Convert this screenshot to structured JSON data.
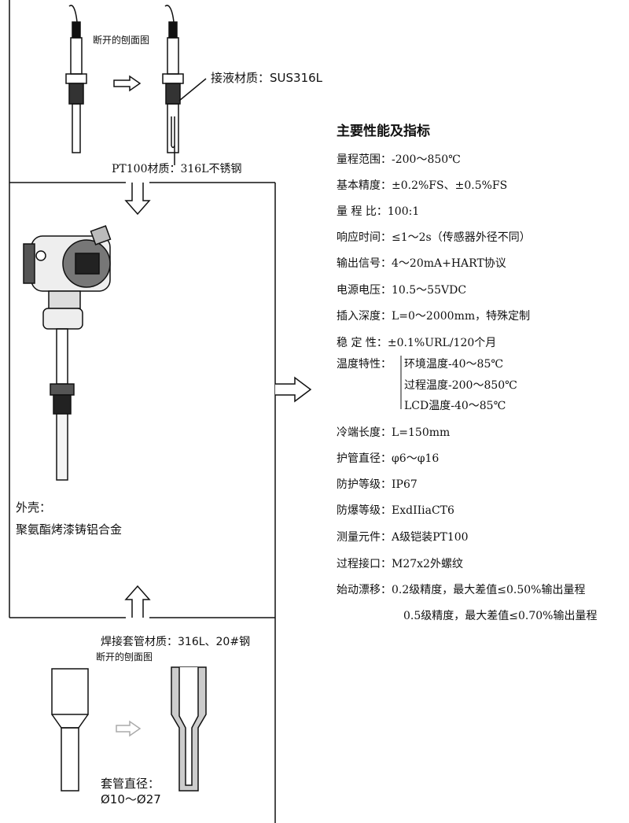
{
  "top": {
    "section_label": "断开的刨面图",
    "wetted_material": "接液材质：SUS316L",
    "pt100_material": "PT100材质：316L不锈钢"
  },
  "housing": {
    "label": "外壳：",
    "material": "聚氨酯烤漆铸铝合金"
  },
  "bottom": {
    "weld_sleeve_material": "焊接套管材质：316L、20#钢",
    "section_label": "断开的刨面图",
    "sleeve_diameter_label": "套管直径：",
    "sleeve_diameter_value": "Ø10～Ø27"
  },
  "specs": {
    "title": "主要性能及指标",
    "items": [
      "量程范围：-200～850℃",
      "基本精度：±0.2%FS、±0.5%FS",
      "量 程 比：100:1",
      "响应时间：≤1～2s（传感器外径不同）",
      "输出信号：4～20mA+HART协议",
      "电源电压：10.5～55VDC",
      "插入深度：L=0～2000mm，特殊定制",
      "稳 定 性：±0.1%URL/120个月"
    ],
    "temp_label": "温度特性：",
    "temp_items": [
      "环境温度-40～85℃",
      "过程温度-200～850℃",
      "LCD温度-40～85℃"
    ],
    "items2": [
      "冷端长度：L=150mm",
      "护管直径：φ6～φ16",
      "防护等级：IP67",
      "防爆等级：ExdIIiaCT6",
      "测量元件：A级铠装PT100",
      "过程接口：M27x2外螺纹",
      "始动漂移：0.2级精度，最大差值≤0.50%输出量程"
    ],
    "drift_line2": "0.5级精度，最大差值≤0.70%输出量程"
  }
}
